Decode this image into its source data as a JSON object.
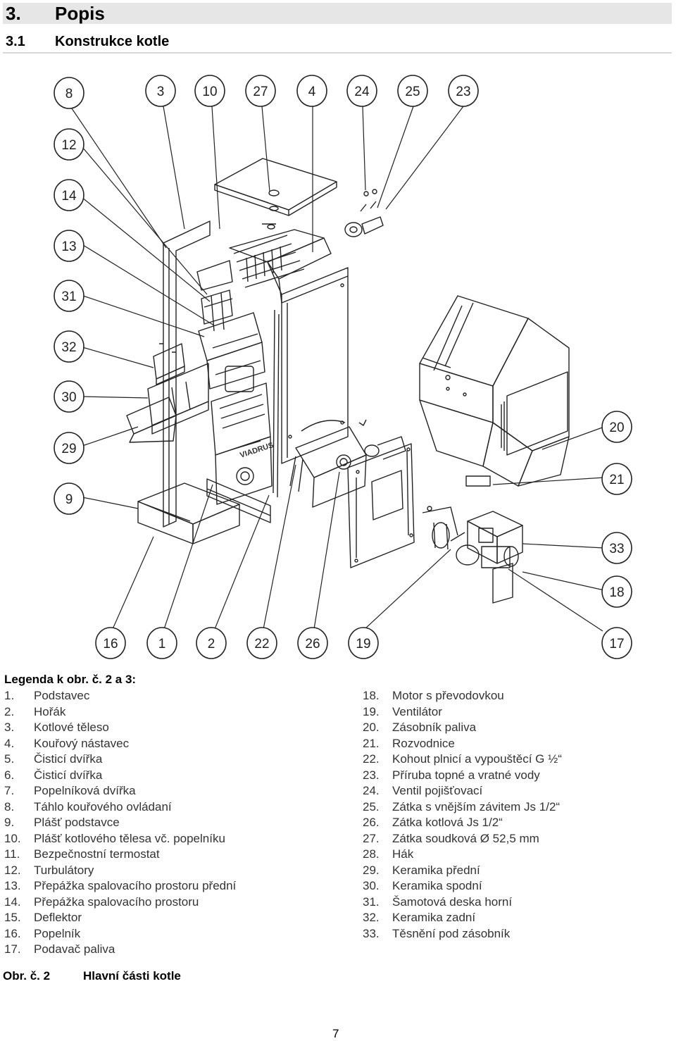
{
  "heading": {
    "number": "3.",
    "title": "Popis"
  },
  "subheading": {
    "number": "3.1",
    "title": "Konstrukce kotle"
  },
  "drawing": {
    "brand_on_door": "VIADRUS",
    "callouts": [
      "8",
      "3",
      "10",
      "27",
      "4",
      "24",
      "25",
      "23",
      "12",
      "14",
      "13",
      "31",
      "32",
      "30",
      "29",
      "9",
      "16",
      "1",
      "2",
      "22",
      "26",
      "19",
      "17",
      "20",
      "21",
      "33",
      "18"
    ]
  },
  "legend": {
    "title": "Legenda k obr. č. 2 a 3:",
    "left": [
      {
        "n": "1.",
        "t": "Podstavec"
      },
      {
        "n": "2.",
        "t": "Hořák"
      },
      {
        "n": "3.",
        "t": "Kotlové těleso"
      },
      {
        "n": "4.",
        "t": "Kouřový nástavec"
      },
      {
        "n": "5.",
        "t": "Čisticí dvířka"
      },
      {
        "n": "6.",
        "t": "Čisticí dvířka"
      },
      {
        "n": "7.",
        "t": "Popelníková dvířka"
      },
      {
        "n": "8.",
        "t": "Táhlo kouřového ovládaní"
      },
      {
        "n": "9.",
        "t": "Plášť podstavce"
      },
      {
        "n": "10.",
        "t": "Plášť kotlového tělesa vč. popelníku"
      },
      {
        "n": "11.",
        "t": "Bezpečnostní termostat"
      },
      {
        "n": "12.",
        "t": "Turbulátory"
      },
      {
        "n": "13.",
        "t": "Přepážka spalovacího prostoru přední"
      },
      {
        "n": "14.",
        "t": "Přepážka spalovacího prostoru"
      },
      {
        "n": "15.",
        "t": "Deflektor"
      },
      {
        "n": "16.",
        "t": "Popelník"
      },
      {
        "n": "17.",
        "t": "Podavač paliva"
      }
    ],
    "right": [
      {
        "n": "18.",
        "t": "Motor s převodovkou"
      },
      {
        "n": "19.",
        "t": "Ventilátor"
      },
      {
        "n": "20.",
        "t": "Zásobník paliva"
      },
      {
        "n": "21.",
        "t": "Rozvodnice"
      },
      {
        "n": "22.",
        "t": "Kohout plnicí a vypouštěcí G ½“"
      },
      {
        "n": "23.",
        "t": "Příruba topné a vratné vody"
      },
      {
        "n": "24.",
        "t": "Ventil pojišťovací"
      },
      {
        "n": "25.",
        "t": "Zátka s vnějším závitem Js 1/2“"
      },
      {
        "n": "26.",
        "t": "Zátka kotlová Js 1/2“"
      },
      {
        "n": "27.",
        "t": "Zátka soudková Ø 52,5 mm"
      },
      {
        "n": "28.",
        "t": "Hák"
      },
      {
        "n": "29.",
        "t": "Keramika přední"
      },
      {
        "n": "30.",
        "t": "Keramika spodní"
      },
      {
        "n": "31.",
        "t": "Šamotová deska horní"
      },
      {
        "n": "32.",
        "t": "Keramika zadní"
      },
      {
        "n": "33.",
        "t": "Těsnění pod zásobník"
      }
    ]
  },
  "caption": {
    "label": "Obr. č. 2",
    "text": "Hlavní části kotle"
  },
  "page_number": "7"
}
